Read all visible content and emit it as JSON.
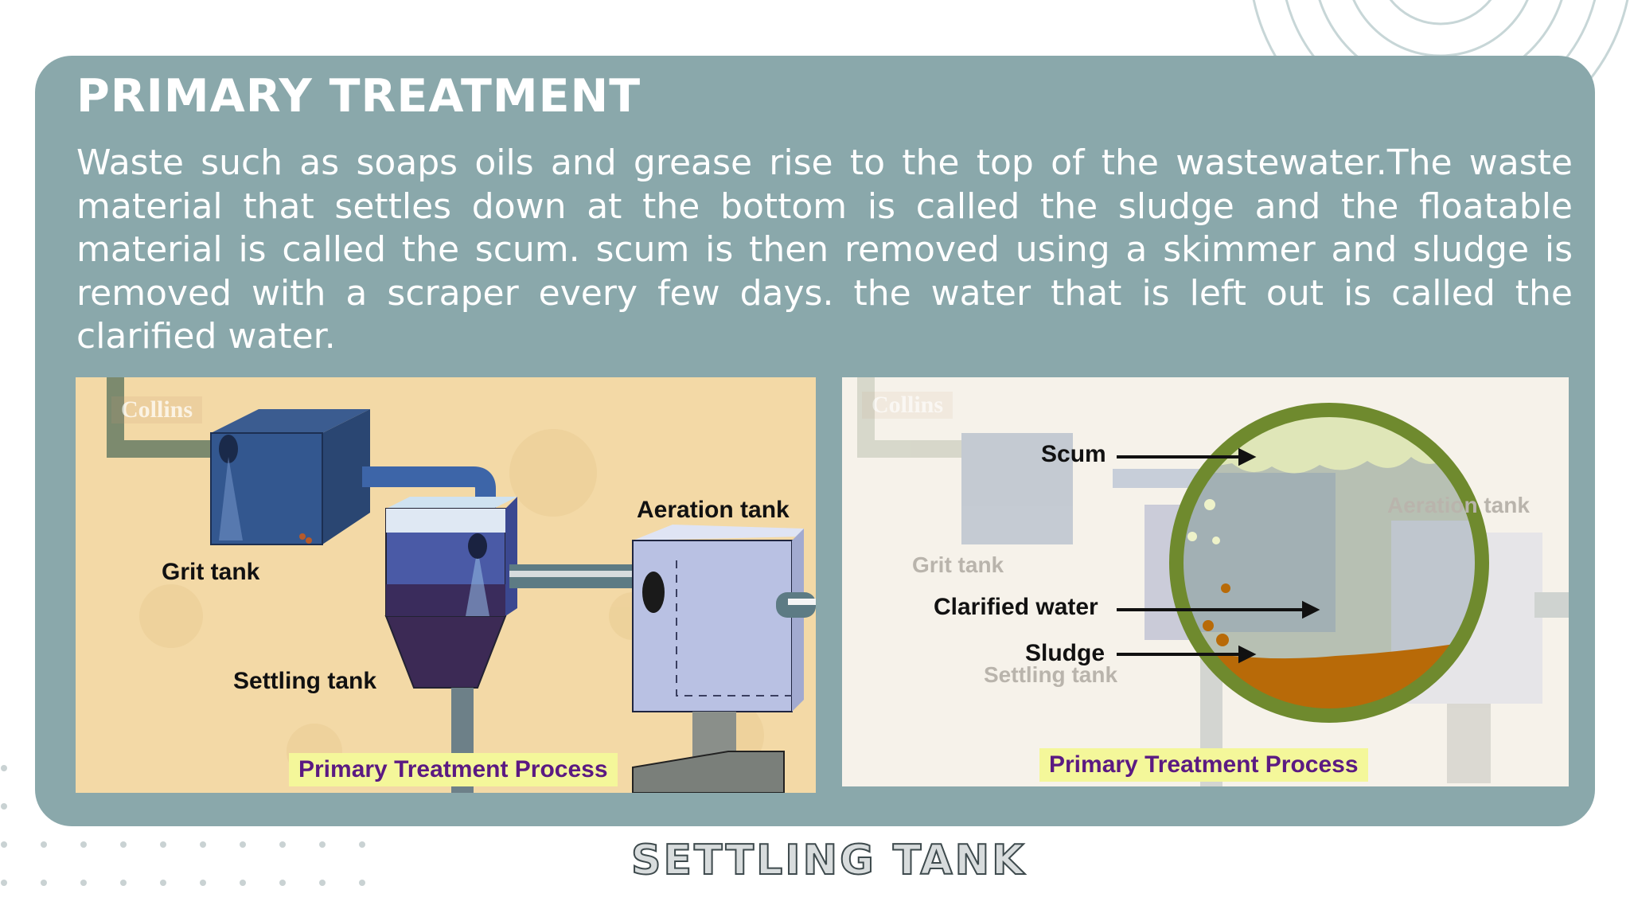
{
  "slide": {
    "heading": "PRIMARY TREATMENT",
    "body": "Waste such as soaps oils and grease rise to the top of the wastewater.The waste material that settles down at the bottom is called the sludge and the floatable material is called the scum. scum is then removed using a skimmer and sludge is removed with a scraper every few days. the water that is left out is called the clarified water.",
    "footer": "SETTLING TANK"
  },
  "left_figure": {
    "watermark": "Collins",
    "labels": {
      "grit_tank": "Grit tank",
      "aeration_tank": "Aeration tank",
      "settling_tank": "Settling tank"
    },
    "caption": "Primary Treatment Process"
  },
  "right_figure": {
    "watermark": "Collins",
    "labels": {
      "scum": "Scum",
      "clarified_water": "Clarified water",
      "sludge": "Sludge",
      "grit_tank": "Grit tank",
      "settling_tank": "Settling tank",
      "aeration_tank": "Aeration tank"
    },
    "caption": "Primary Treatment Process"
  },
  "colors": {
    "panel": "#8aa8ab",
    "text": "#ffffff",
    "caption_bg": "#f4f79a",
    "caption_text": "#5b1a82",
    "sludge": "#b86a08",
    "ring": "#6f8a2e"
  }
}
